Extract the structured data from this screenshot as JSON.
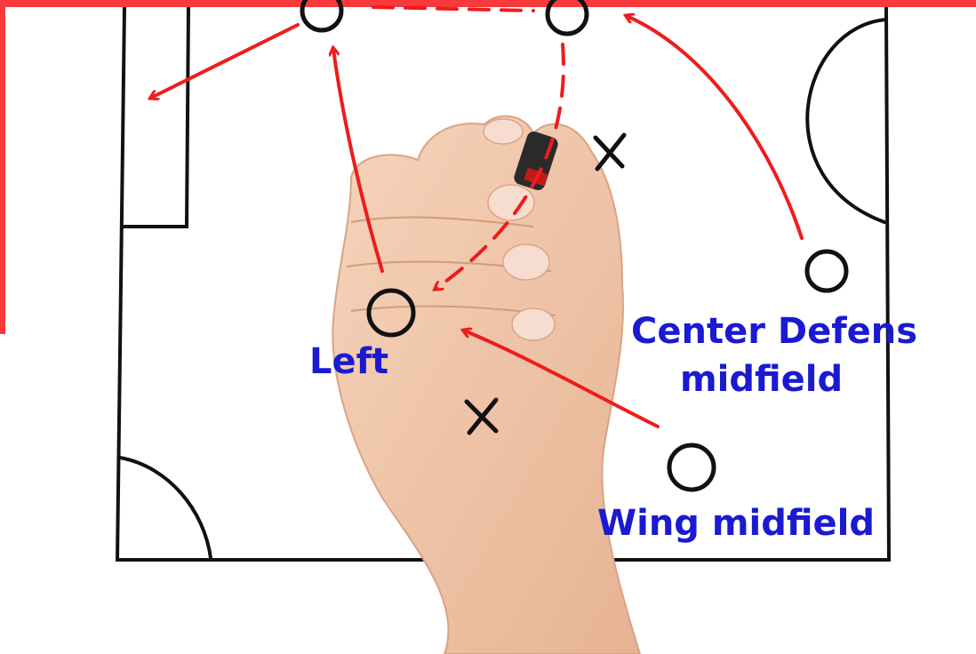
{
  "frame": {
    "accent_color": "#f93a3a"
  },
  "labels": {
    "left": "Left",
    "center_line1": "Center Defens",
    "center_line2": "midfield",
    "wing": "Wing midfield"
  },
  "colors": {
    "field_lines": "#111111",
    "arrows": "#ee1c1c",
    "text": "#1a1ad0",
    "skin": "#f2c7a8"
  }
}
